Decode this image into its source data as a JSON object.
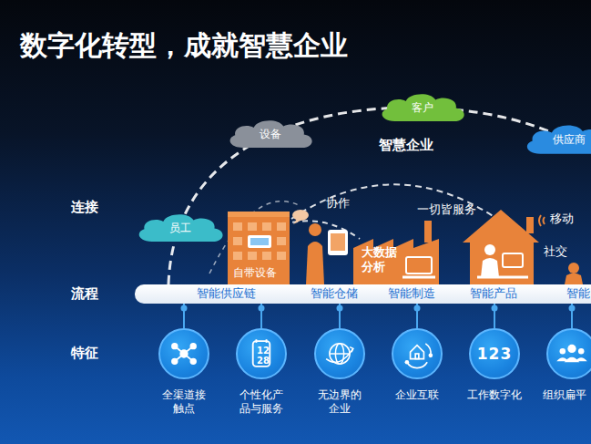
{
  "diagram": {
    "title": "数字化转型，成就智慧企业",
    "nodes": [
      {
        "text": [
          "员工"
        ]
      },
      {
        "text": [
          "设备"
        ]
      },
      {
        "text": [
          "客户"
        ]
      },
      {
        "text": [
          "供应商"
        ]
      },
      {
        "text": [
          "智能供应链",
          "智能仓储",
          "智能制造",
          "智能产品",
          "智能"
        ]
      },
      {
        "text": [
          "全渠道接触点"
        ]
      },
      {
        "text": [
          "12 28",
          "个性化产品与服务"
        ]
      },
      {
        "text": [
          "无边界的企业"
        ]
      },
      {
        "text": [
          "企业互联"
        ]
      },
      {
        "text": [
          "123",
          "工作数字化"
        ]
      },
      {
        "text": [
          "组织扁平"
        ]
      }
    ],
    "edges": [
      {
        "from": 4,
        "to": 5,
        "arrow": "none"
      },
      {
        "from": 4,
        "to": 6,
        "arrow": "none"
      },
      {
        "from": 4,
        "to": 7,
        "arrow": "none"
      },
      {
        "from": 4,
        "to": 8,
        "arrow": "none"
      },
      {
        "from": 4,
        "to": 9,
        "arrow": "none"
      },
      {
        "from": 4,
        "to": 10,
        "arrow": "none"
      }
    ],
    "labels": [
      "连接",
      "流程",
      "特征",
      "智慧企业",
      "自带设备",
      "协作",
      "大数据分析",
      "一切皆服务",
      "社交",
      "移动"
    ]
  }
}
